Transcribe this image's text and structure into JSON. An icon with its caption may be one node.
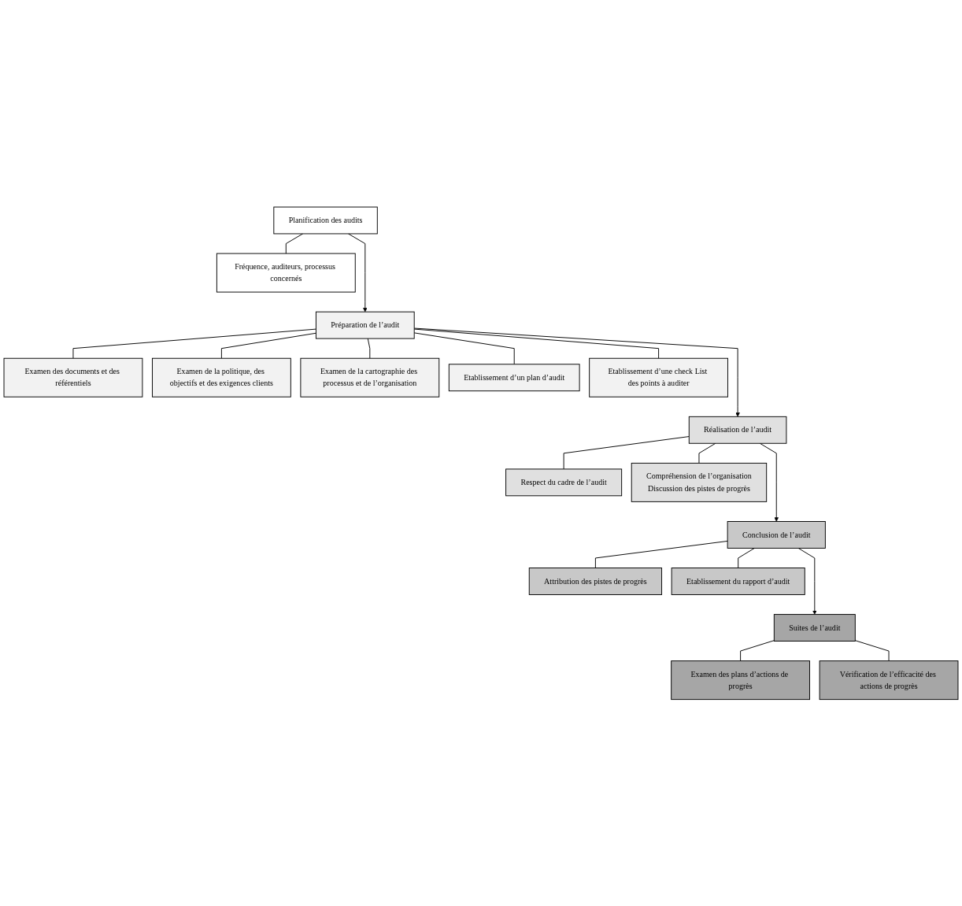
{
  "diagram": {
    "nodes": [
      {
        "text": [
          "Planification des audits"
        ]
      },
      {
        "text": [
          "Fréquence, auditeurs, processus concernés"
        ]
      },
      {
        "text": [
          "Préparation de l’audit"
        ]
      },
      {
        "text": [
          "Examen des documents et des référentiels"
        ]
      },
      {
        "text": [
          "Examen de la politique, des objectifs et des exigences clients"
        ]
      },
      {
        "text": [
          "Examen de la cartographie des processus et de l’organisation"
        ]
      },
      {
        "text": [
          "Etablissement d’un plan d’audit"
        ]
      },
      {
        "text": [
          "Etablissement d’une check List des points à auditer"
        ]
      },
      {
        "text": [
          "Réalisation de l’audit"
        ]
      },
      {
        "text": [
          "Respect du cadre de l’audit"
        ]
      },
      {
        "text": [
          "Compréhension de l’organisation",
          "Discussion des pistes de progrès"
        ]
      },
      {
        "text": [
          "Conclusion de l’audit"
        ]
      },
      {
        "text": [
          "Attribution des pistes de progrès"
        ]
      },
      {
        "text": [
          "Etablissement du rapport d’audit"
        ]
      },
      {
        "text": [
          "Suites de l’audit"
        ]
      },
      {
        "text": [
          "Examen des plans d’actions de progrès"
        ]
      },
      {
        "text": [
          "Vérification de l’efficacité des actions de progrès"
        ]
      }
    ],
    "edges": [
      {
        "from": 0,
        "to": 1,
        "arrow": "none"
      },
      {
        "from": 0,
        "to": 2,
        "arrow": "to"
      },
      {
        "from": 2,
        "to": 3,
        "arrow": "none"
      },
      {
        "from": 2,
        "to": 4,
        "arrow": "none"
      },
      {
        "from": 2,
        "to": 5,
        "arrow": "none"
      },
      {
        "from": 2,
        "to": 6,
        "arrow": "none"
      },
      {
        "from": 2,
        "to": 7,
        "arrow": "none"
      },
      {
        "from": 2,
        "to": 8,
        "arrow": "to"
      },
      {
        "from": 8,
        "to": 9,
        "arrow": "none"
      },
      {
        "from": 8,
        "to": 10,
        "arrow": "none"
      },
      {
        "from": 8,
        "to": 11,
        "arrow": "to"
      },
      {
        "from": 11,
        "to": 12,
        "arrow": "none"
      },
      {
        "from": 11,
        "to": 13,
        "arrow": "none"
      },
      {
        "from": 11,
        "to": 14,
        "arrow": "to"
      },
      {
        "from": 14,
        "to": 15,
        "arrow": "none"
      },
      {
        "from": 14,
        "to": 16,
        "arrow": "none"
      }
    ]
  }
}
